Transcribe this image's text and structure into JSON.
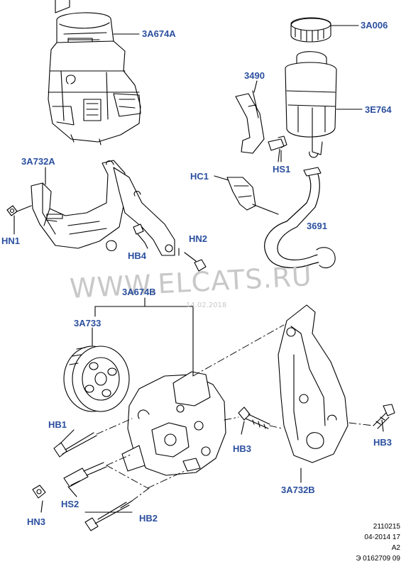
{
  "labels": {
    "3A674A": "3A674A",
    "3A006": "3A006",
    "3490": "3490",
    "3E764": "3E764",
    "HS1": "HS1",
    "3A732A": "3A732A",
    "HC1": "HC1",
    "HN1": "HN1",
    "HN2": "HN2",
    "HB4": "HB4",
    "3691": "3691",
    "3A674B": "3A674B",
    "3A733": "3A733",
    "HB1": "HB1",
    "HB3_left": "HB3",
    "HB3_right": "HB3",
    "HS2": "HS2",
    "HN3": "HN3",
    "HB2": "HB2",
    "3A732B": "3A732B"
  },
  "watermark": {
    "text": "WWW.ELCATS.RU",
    "date": "14.02.2018"
  },
  "footer": {
    "line1": "2110215",
    "line2": "04-2014 17",
    "line3": "A2",
    "line4": "Э 0162709 09"
  },
  "colors": {
    "label": "#2b4f9e",
    "line": "#000000",
    "watermark": "#c8c8c8"
  }
}
